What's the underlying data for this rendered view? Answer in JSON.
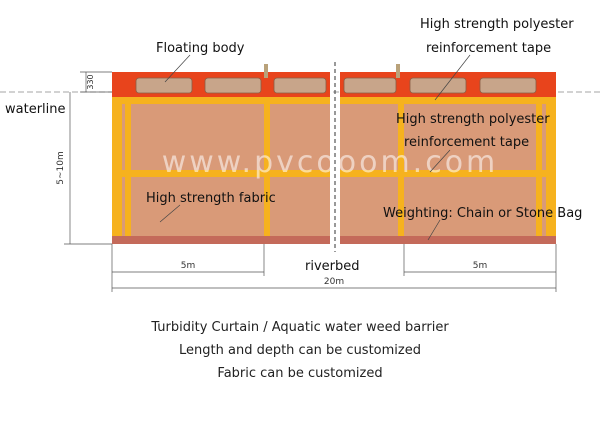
{
  "labels": {
    "floating_body": "Floating body",
    "tape_top_line1": "High strength polyester",
    "tape_top_line2": "reinforcement tape",
    "tape_mid_line1": "High strength polyester",
    "tape_mid_line2": "reinforcement tape",
    "waterline": "waterline",
    "fabric": "High strength fabric",
    "weighting": "Weighting: Chain or Stone Bag",
    "riverbed": "riverbed",
    "watermark": "www.pvcooom.com"
  },
  "dimensions": {
    "freeboard": "330",
    "depth": "5~10m",
    "section_left": "5m",
    "section_right": "5m",
    "total_length": "20m"
  },
  "captions": [
    "Turbidity Curtain / Aquatic water weed barrier",
    "Length and depth can be customized",
    "Fabric can be customized"
  ],
  "colors": {
    "float_collar": "#e8441c",
    "float": "#c8a58a",
    "fabric": "#d99a78",
    "tape": "#f6b21e",
    "chain": "#c46a5a",
    "line": "#555555"
  }
}
